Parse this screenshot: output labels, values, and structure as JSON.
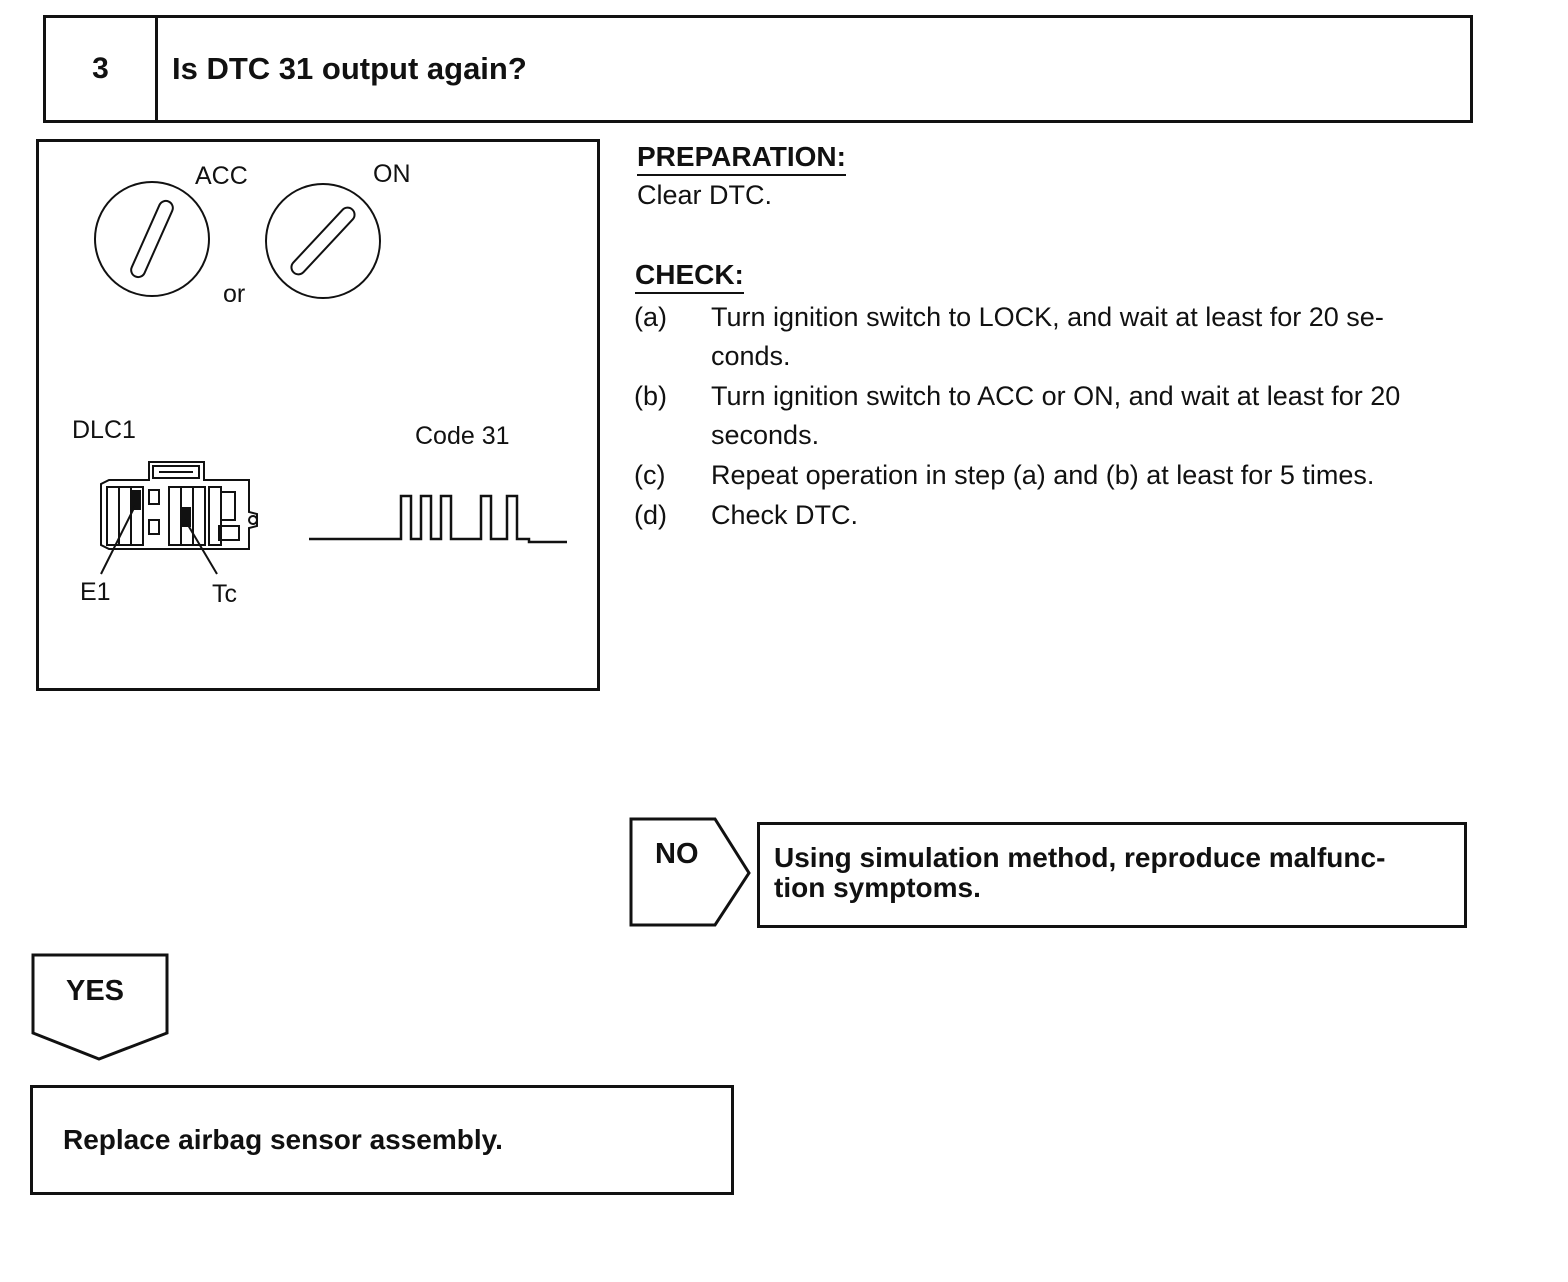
{
  "step": {
    "number": "3",
    "title": "Is DTC 31 output again?"
  },
  "illustration": {
    "acc_label": "ACC",
    "on_label": "ON",
    "or_label": "or",
    "dlc_label": "DLC1",
    "code_label": "Code 31",
    "e1_label": "E1",
    "tc_label": "Tc"
  },
  "preparation": {
    "heading": "PREPARATION:",
    "text": "Clear DTC."
  },
  "check": {
    "heading": "CHECK:",
    "items": [
      {
        "letter": "(a)",
        "text": "Turn ignition switch to LOCK, and wait at least for 20 se-",
        "text2": "conds."
      },
      {
        "letter": "(b)",
        "text": "Turn ignition switch to ACC or ON, and wait at least for 20",
        "text2": "seconds."
      },
      {
        "letter": "(c)",
        "text": "Repeat operation in step (a) and (b) at least for 5 times.",
        "text2": ""
      },
      {
        "letter": "(d)",
        "text": "Check DTC.",
        "text2": ""
      }
    ]
  },
  "no_branch": {
    "label": "NO",
    "result_line1": "Using simulation method, reproduce malfunc-",
    "result_line2": "tion symptoms."
  },
  "yes_branch": {
    "label": "YES",
    "result": "Replace airbag sensor assembly."
  }
}
